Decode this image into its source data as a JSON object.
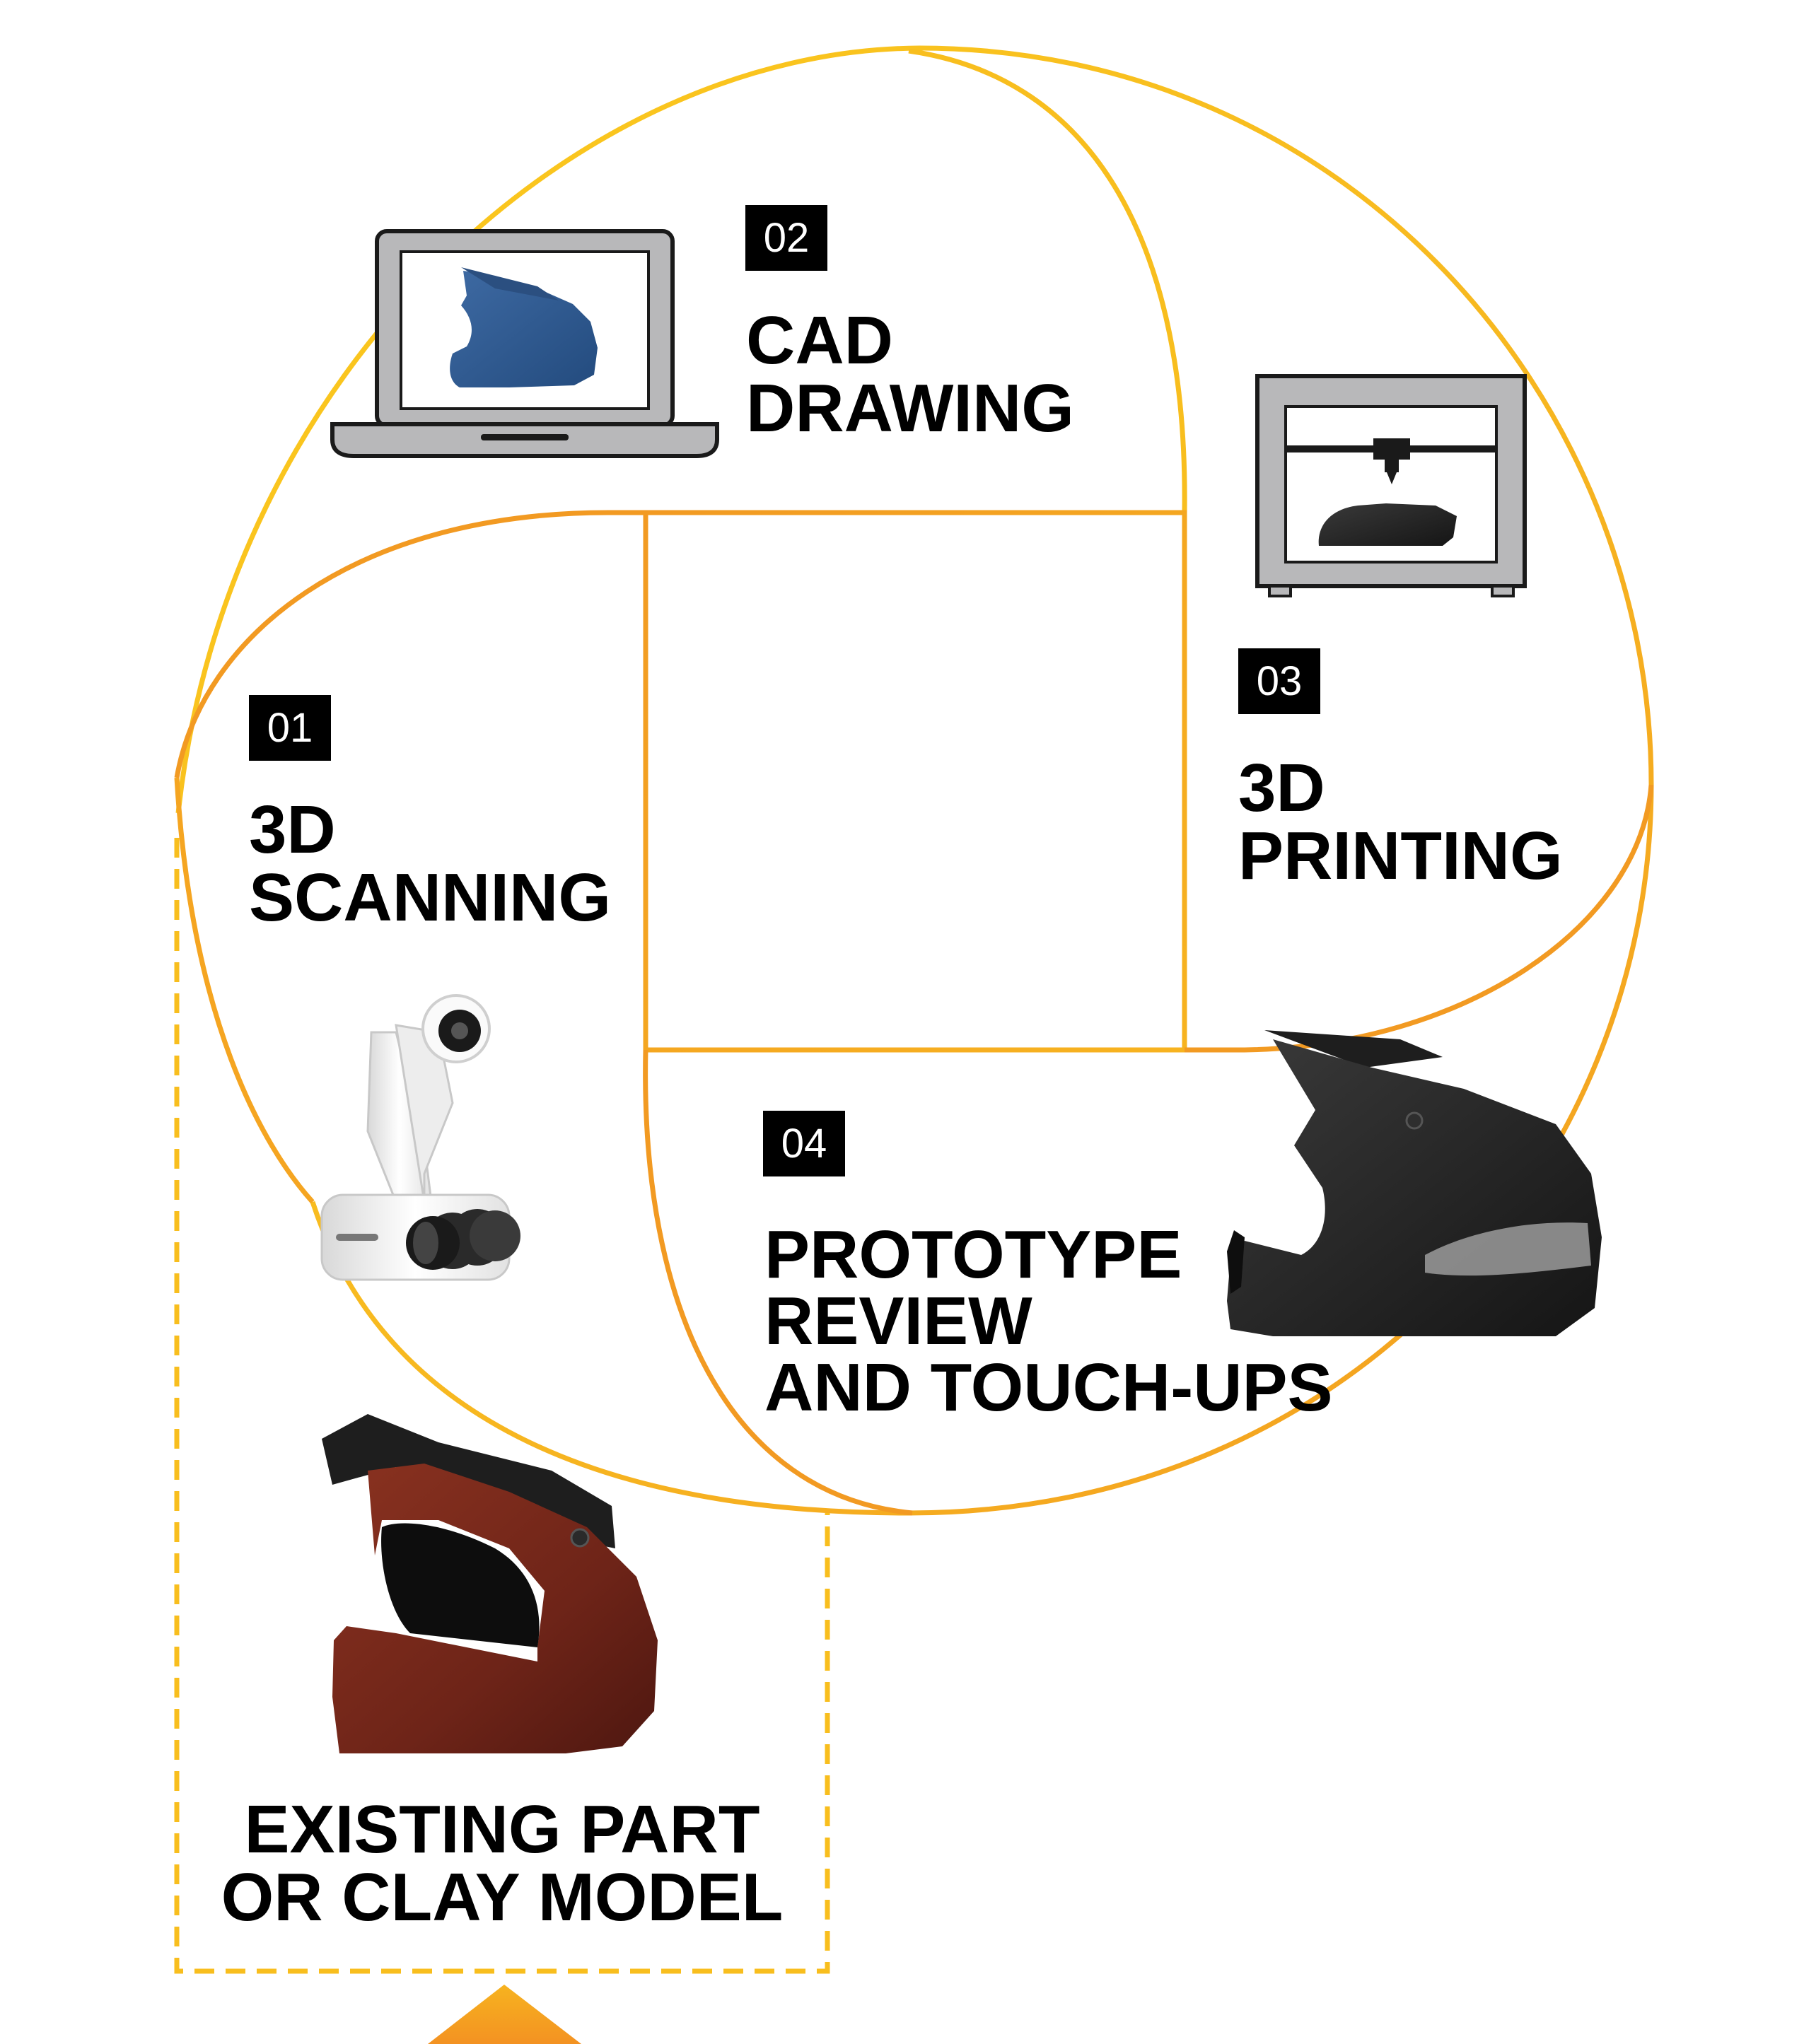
{
  "colors": {
    "outer_ring": "#FBCB1D",
    "inner_lines": "#F5A521",
    "arrow": "#F5A521",
    "badge_bg": "#000000",
    "badge_text": "#ffffff",
    "text": "#000000"
  },
  "steps": [
    {
      "number": "01",
      "title_line1": "3D",
      "title_line2": "SCANNING",
      "illustration": "handheld-3d-scanner"
    },
    {
      "number": "02",
      "title_line1": "CAD",
      "title_line2": "DRAWING",
      "illustration": "laptop-with-helmet-model"
    },
    {
      "number": "03",
      "title_line1": "3D",
      "title_line2": "PRINTING",
      "illustration": "3d-printer"
    },
    {
      "number": "04",
      "title_line1": "PROTOTYPE",
      "title_line2": "REVIEW",
      "title_line3": "AND TOUCH-UPS",
      "illustration": "black-prototype-helmet"
    }
  ],
  "start": {
    "title_line1": "EXISTING PART",
    "title_line2": "OR CLAY MODEL",
    "illustration": "clay-helmet-model"
  }
}
